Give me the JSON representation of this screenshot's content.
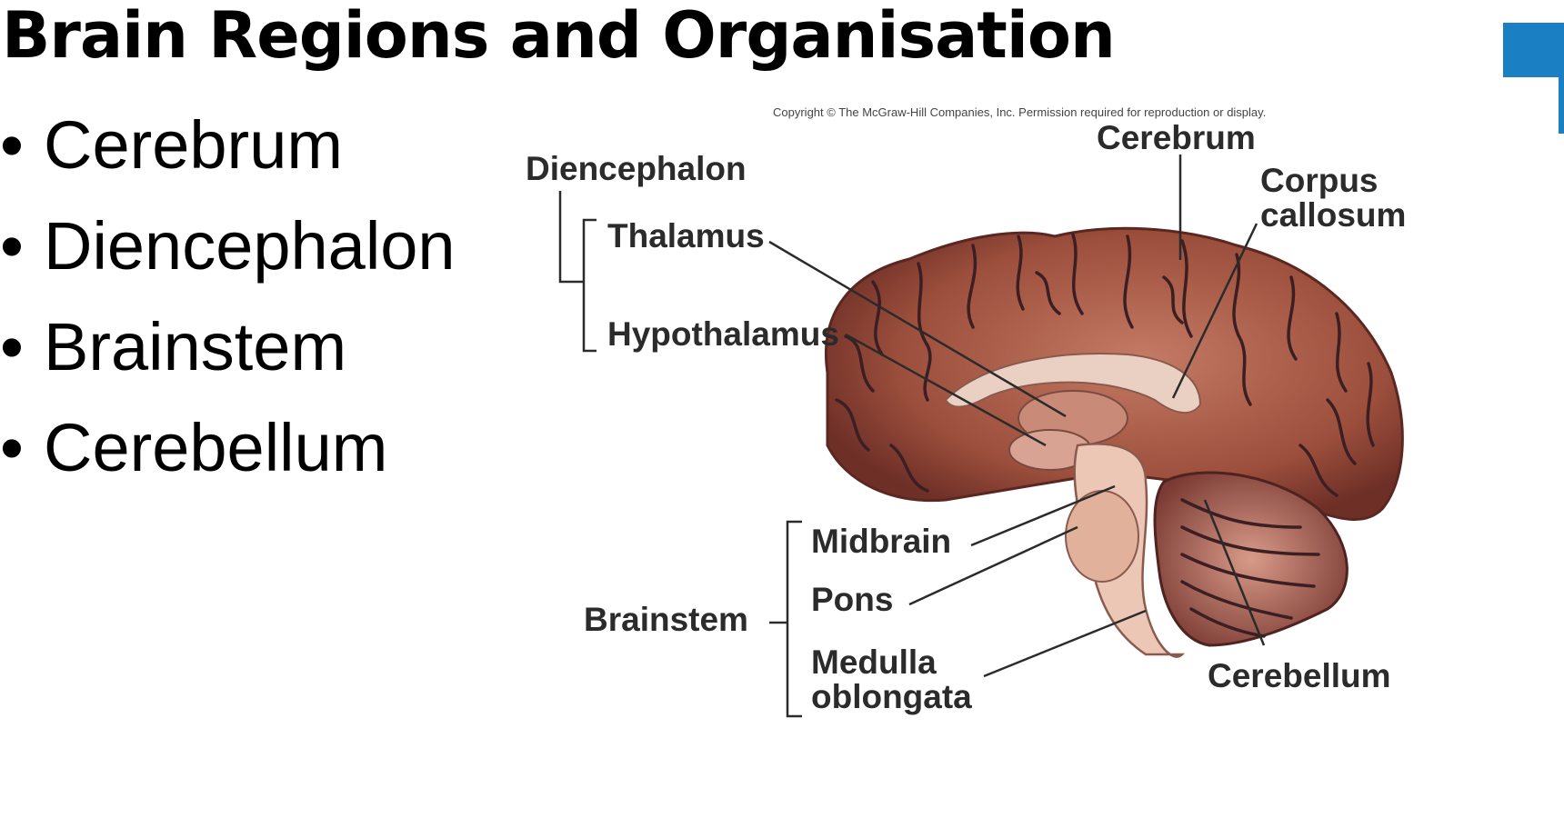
{
  "slide": {
    "title": "Brain Regions and Organisation",
    "bullets": [
      "Cerebrum",
      "Diencephalon",
      "Brainstem",
      "Cerebellum"
    ]
  },
  "figure": {
    "copyright": "Copyright © The McGraw-Hill Companies, Inc. Permission required for reproduction or display.",
    "labels": {
      "cerebrum": "Cerebrum",
      "corpus_callosum_1": "Corpus",
      "corpus_callosum_2": "callosum",
      "diencephalon": "Diencephalon",
      "thalamus": "Thalamus",
      "hypothalamus": "Hypothalamus",
      "brainstem": "Brainstem",
      "midbrain": "Midbrain",
      "pons": "Pons",
      "medulla_1": "Medulla",
      "medulla_2": "oblongata",
      "cerebellum": "Cerebellum"
    }
  },
  "colors": {
    "accent": "#1b7fc4",
    "label_text": "#2b2b2b",
    "cortex": "#9c4f3c",
    "sulci": "#3b1f22",
    "white_matter": "#e8b9a4"
  }
}
